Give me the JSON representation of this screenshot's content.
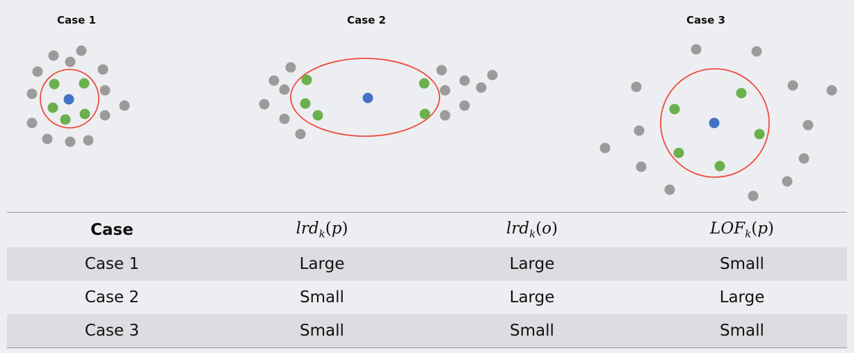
{
  "colors": {
    "background": "#edeef1",
    "neighbor_point": "#9b9b9b",
    "k_neighbor_point": "#6ab04c",
    "query_point": "#4472c4",
    "neighborhood_circle": "#ee4b3e",
    "table_stripe": "#dcdde0"
  },
  "cases": [
    {
      "label": "Case 1"
    },
    {
      "label": "Case 2"
    },
    {
      "label": "Case 3"
    }
  ],
  "table": {
    "headers": [
      {
        "text": "Case"
      },
      {
        "fn": "lrd",
        "sub": "k",
        "arg": "p"
      },
      {
        "fn": "lrd",
        "sub": "k",
        "arg": "o"
      },
      {
        "fn": "LOF",
        "sub": "k",
        "arg": "p"
      }
    ],
    "rows": [
      [
        "Case 1",
        "Large",
        "Large",
        "Small"
      ],
      [
        "Case 2",
        "Small",
        "Large",
        "Large"
      ],
      [
        "Case 3",
        "Small",
        "Small",
        "Small"
      ]
    ]
  }
}
